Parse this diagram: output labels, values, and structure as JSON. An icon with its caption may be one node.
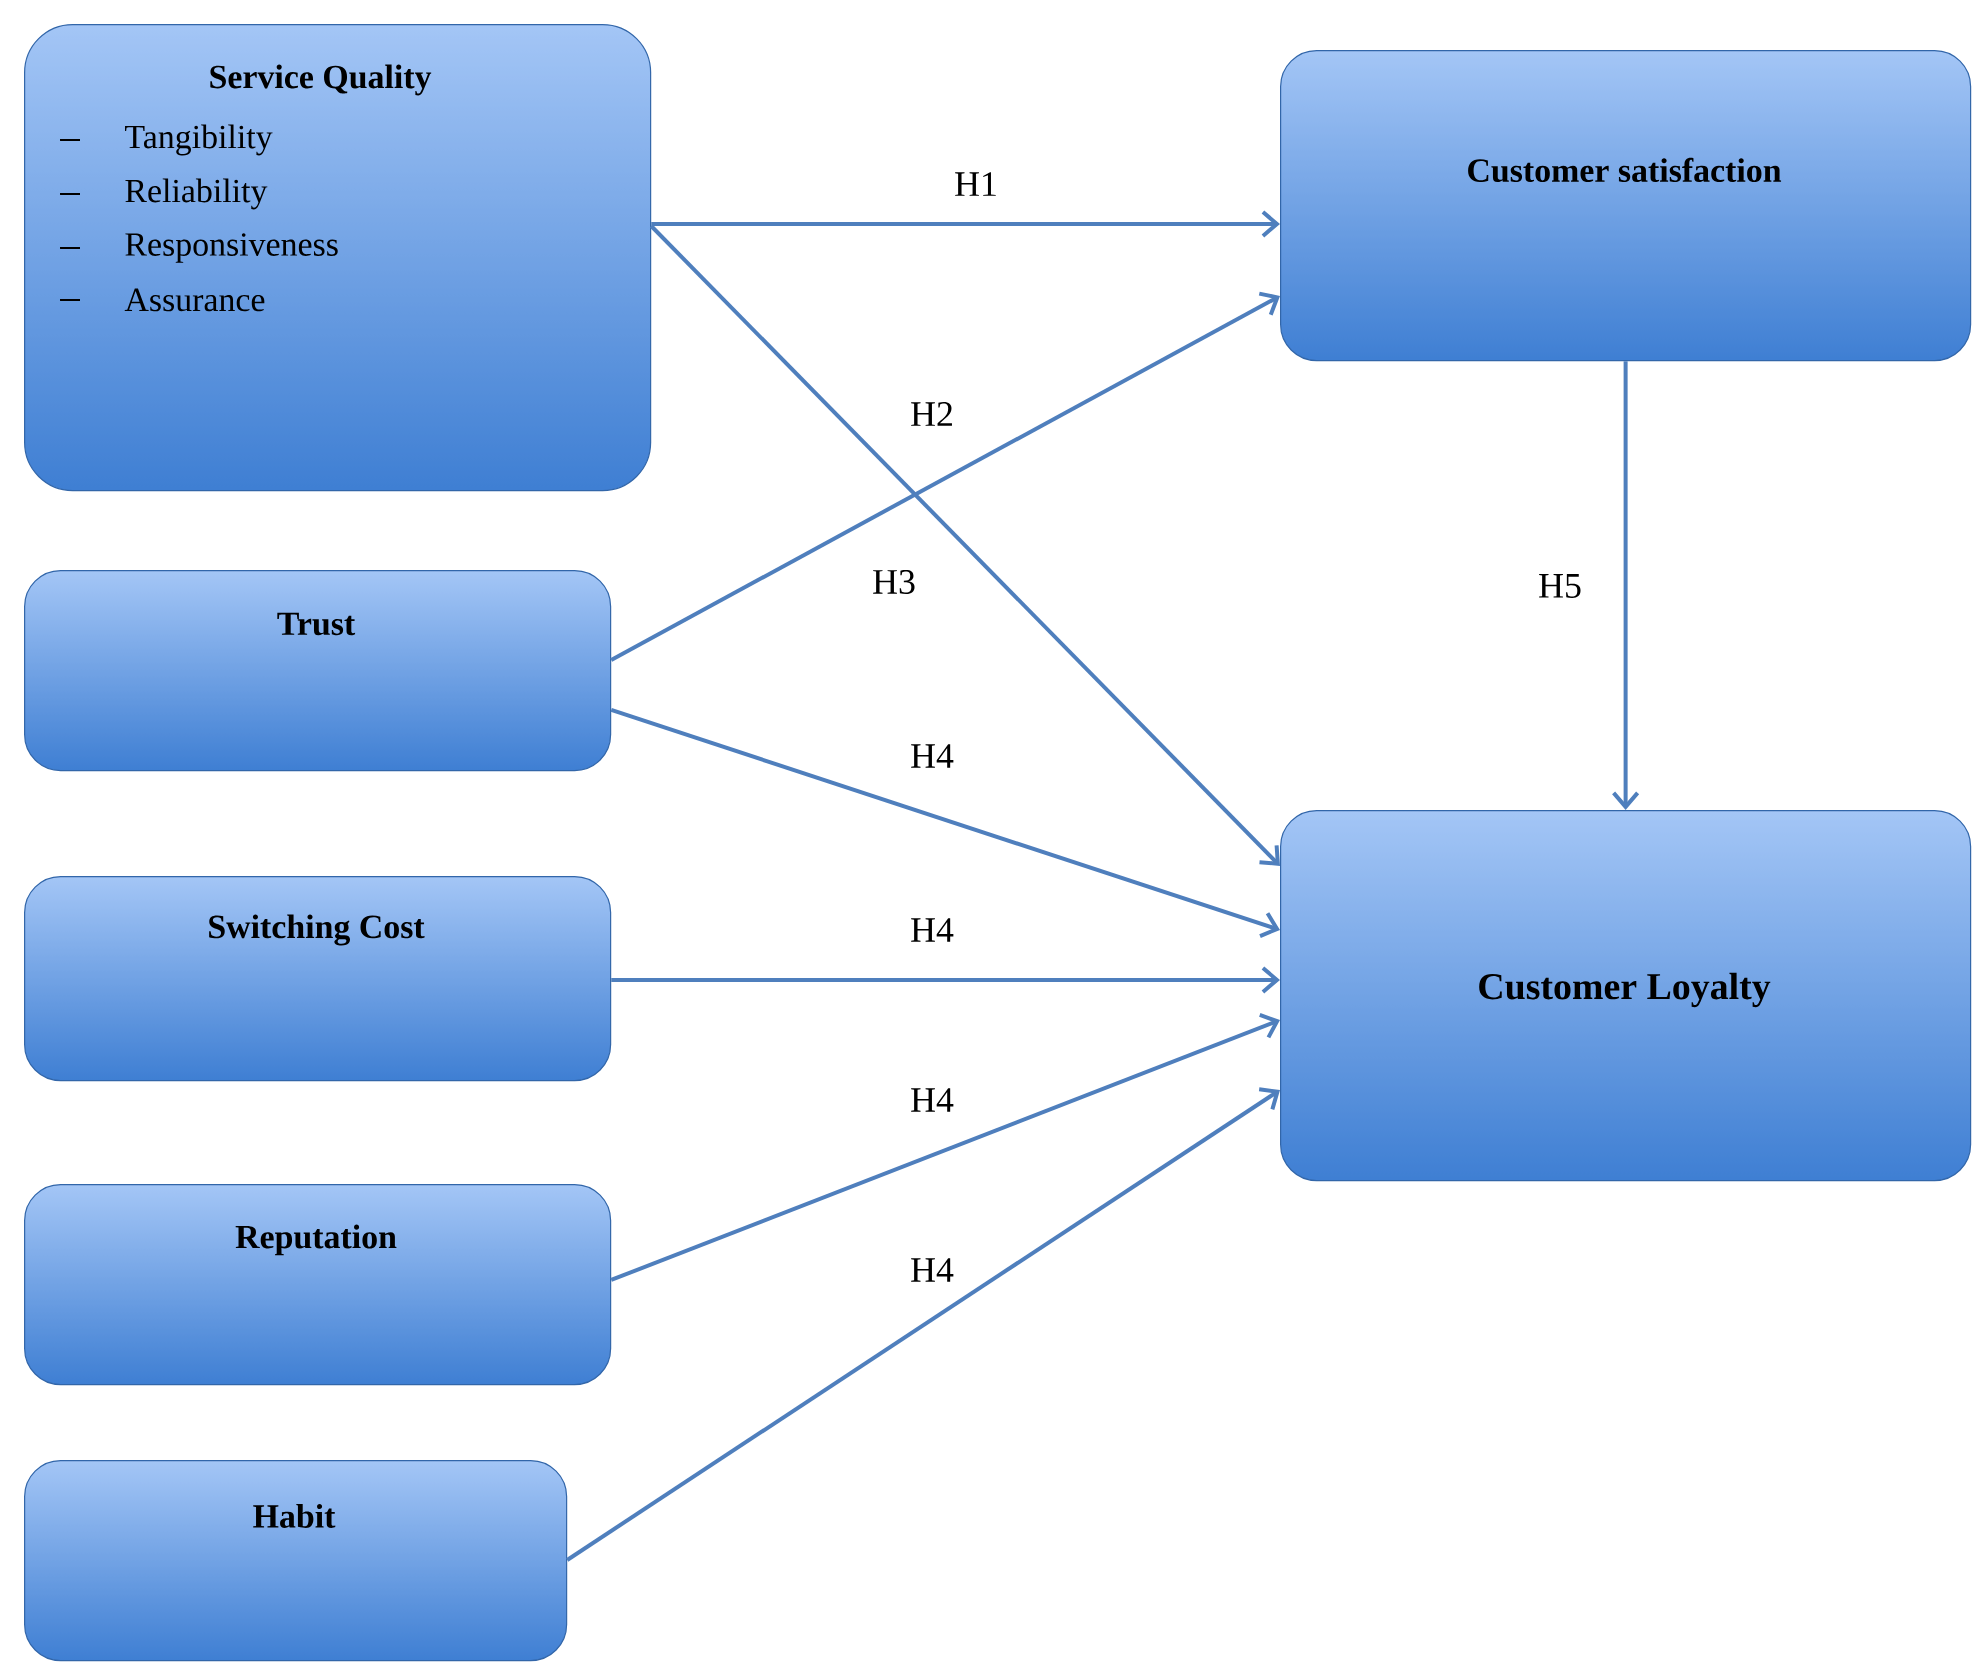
{
  "diagram": {
    "nodes": [
      {
        "text": [
          "Service Quality",
          "Tangibility",
          "Reliability",
          "Responsiveness",
          "Assurance"
        ]
      },
      {
        "text": [
          "Customer satisfaction"
        ]
      },
      {
        "text": [
          "Trust"
        ]
      },
      {
        "text": [
          "Customer Loyalty"
        ]
      },
      {
        "text": [
          "Switching Cost"
        ]
      },
      {
        "text": [
          "Reputation"
        ]
      },
      {
        "text": [
          "Habit"
        ]
      }
    ],
    "edges": [
      {
        "from": 0,
        "to": 1,
        "arrow": "to",
        "label": "H1"
      },
      {
        "from": 2,
        "to": 1,
        "arrow": "to",
        "label": "H2"
      },
      {
        "from": 0,
        "to": 3,
        "arrow": "to",
        "label": "H3"
      },
      {
        "from": 2,
        "to": 3,
        "arrow": "to",
        "label": "H4"
      },
      {
        "from": 4,
        "to": 3,
        "arrow": "to",
        "label": "H4"
      },
      {
        "from": 5,
        "to": 3,
        "arrow": "to",
        "label": "H4"
      },
      {
        "from": 6,
        "to": 3,
        "arrow": "to",
        "label": "H4"
      },
      {
        "from": 1,
        "to": 3,
        "arrow": "to",
        "label": "H5"
      }
    ]
  }
}
